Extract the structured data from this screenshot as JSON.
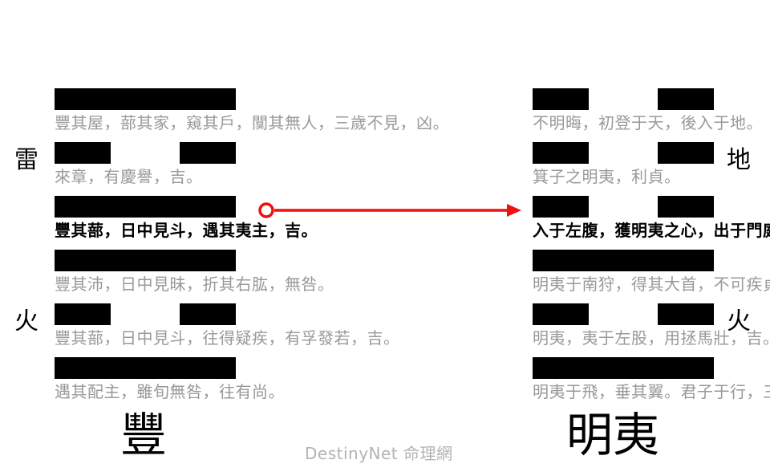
{
  "colors": {
    "line": "#000000",
    "text_dim": "#999999",
    "text_active": "#000000",
    "arrow": "#ee1111",
    "watermark": "#b3b3b3",
    "background": "#ffffff"
  },
  "watermark": "DestinyNet 命理網",
  "left_hexagram": {
    "name": "豐",
    "trigram_upper": "雷",
    "trigram_lower": "火",
    "lines": [
      {
        "type": "yang",
        "active": false,
        "text": "豐其屋，蔀其家，窺其戶，闃其無人，三歲不見，凶。"
      },
      {
        "type": "yin",
        "active": false,
        "text": "來章，有慶譽，吉。"
      },
      {
        "type": "yang",
        "active": true,
        "text": "豐其蔀，日中見斗，遇其夷主，吉。"
      },
      {
        "type": "yang",
        "active": false,
        "text": "豐其沛，日中見昧，折其右肱，無咎。"
      },
      {
        "type": "yin",
        "active": false,
        "text": "豐其蔀，日中見斗，往得疑疾，有孚發若，吉。"
      },
      {
        "type": "yang",
        "active": false,
        "text": "遇其配主，雖旬無咎，往有尚。"
      }
    ]
  },
  "right_hexagram": {
    "name": "明夷",
    "trigram_upper": "地",
    "trigram_lower": "火",
    "lines": [
      {
        "type": "yin",
        "active": false,
        "text": "不明晦，初登于天，後入于地。"
      },
      {
        "type": "yin",
        "active": false,
        "text": "箕子之明夷，利貞。"
      },
      {
        "type": "yin",
        "active": true,
        "text": "入于左腹，獲明夷之心，出于門庭。"
      },
      {
        "type": "yang",
        "active": false,
        "text": "明夷于南狩，得其大首，不可疾貞。"
      },
      {
        "type": "yin",
        "active": false,
        "text": "明夷，夷于左股，用拯馬壯，吉。"
      },
      {
        "type": "yang",
        "active": false,
        "text": "明夷于飛，垂其翼。君子于行，三日不食。"
      }
    ]
  },
  "arrow": {
    "label": "changing-line-arrow",
    "from_line_index": 2,
    "to_line_index": 2
  }
}
